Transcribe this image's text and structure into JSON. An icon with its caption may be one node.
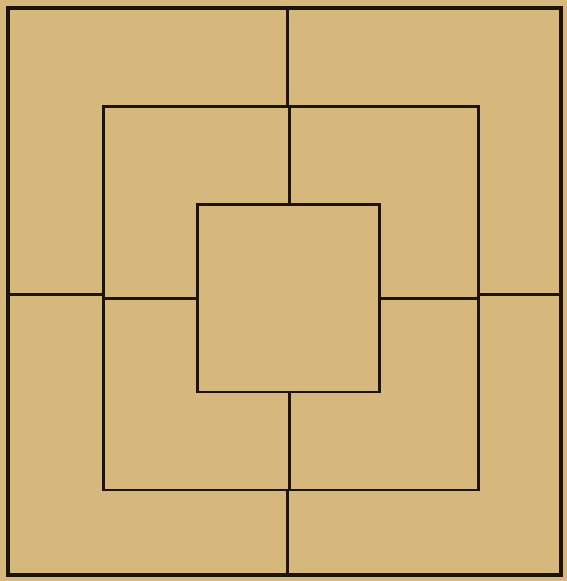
{
  "diagram": {
    "nodes": [
      {
        "text": [],
        "shape": "box"
      },
      {
        "text": [],
        "shape": "box",
        "in": 0
      },
      {
        "text": [],
        "shape": "box",
        "in": 1
      }
    ],
    "edges": [
      {
        "from": 0,
        "to": 1,
        "arrow": "none"
      },
      {
        "from": 1,
        "to": 2,
        "arrow": "none"
      },
      {
        "from": 0,
        "to": 1,
        "arrow": "none"
      },
      {
        "from": 1,
        "to": 2,
        "arrow": "none"
      },
      {
        "from": 1,
        "to": 2,
        "arrow": "none"
      },
      {
        "from": 0,
        "to": 1,
        "arrow": "none"
      },
      {
        "from": 1,
        "to": 2,
        "arrow": "none"
      },
      {
        "from": 0,
        "to": 1,
        "arrow": "none"
      }
    ]
  }
}
